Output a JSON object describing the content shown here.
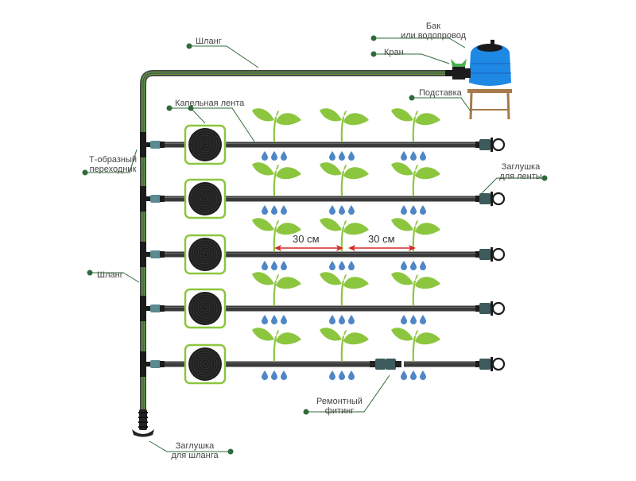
{
  "title": "Drip irrigation scheme",
  "colors": {
    "hose_outer": "#4a4a4a",
    "hose_stripe": "#5f9e3f",
    "tape": "#3a3a3a",
    "leader": "#2f6b3a",
    "dot": "#2f6b3a",
    "plant": "#8cc63f",
    "drop": "#4f86c6",
    "dimension": "#d42a2a",
    "tank": "#1e88e5",
    "stand": "#a8794a",
    "reel_frame": "#8cc63f"
  },
  "labels": {
    "tank": [
      "Бак",
      "или водопровод"
    ],
    "valve": "Кран",
    "hose_top": "Шланг",
    "stand": "Подставка",
    "drip_tape": "Капельная лента",
    "tee_adapter": [
      "Т-образный",
      "переходник"
    ],
    "tape_plug": [
      "Заглушка",
      "для ленты"
    ],
    "hose_left": "Шланг",
    "repair_fitting": [
      "Ремонтный",
      "фитинг"
    ],
    "hose_plug": [
      "Заглушка",
      "для шланга"
    ]
  },
  "spacing": {
    "left": "30 см",
    "right": "30 см"
  },
  "rows": 5,
  "plants_per_row": 3,
  "drops_per_plant": 3,
  "icons": [
    "tank-icon",
    "valve-icon",
    "stand-icon",
    "reel-icon",
    "tee-fitting-icon",
    "end-plug-icon",
    "repair-fitting-icon",
    "hose-plug-icon",
    "plant-icon",
    "water-drop-icon"
  ]
}
